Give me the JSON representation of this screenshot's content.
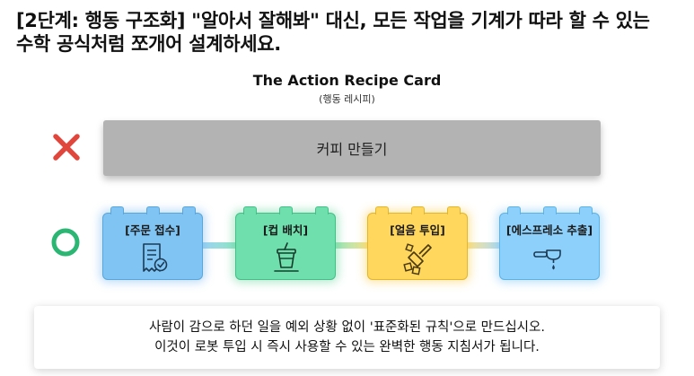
{
  "headline": {
    "line1": "[2단계: 행동 구조화] \"알아서 잘해봐\" 대신, 모든 작업을 기계가 따라 할 수 있는",
    "line2": "수학 공식처럼 쪼개어 설계하세요."
  },
  "card": {
    "title": "The Action Recipe Card",
    "subtitle": "(행동 레시피)"
  },
  "wrong": {
    "mark_icon": "x-mark-icon",
    "mark_color": "#e0463c",
    "label": "커피 만들기"
  },
  "right": {
    "mark_icon": "o-mark-icon",
    "mark_color": "#2bb673",
    "steps": [
      {
        "label": "[주문 접수]",
        "icon": "receipt-check-icon",
        "color": "#80c4f3"
      },
      {
        "label": "[컵 배치]",
        "icon": "coffee-cup-icon",
        "color": "#6fe0ad"
      },
      {
        "label": "[얼음 투입]",
        "icon": "ice-scoop-icon",
        "color": "#ffd75c"
      },
      {
        "label": "[에스프레소 추출]",
        "icon": "espresso-portafilter-icon",
        "color": "#8dd0fb"
      }
    ]
  },
  "note": {
    "line1": "사람이 감으로 하던 일을 예외 상황 없이 '표준화된 규칙'으로 만드십시오.",
    "line2": "이것이 로봇 투입 시 즉시 사용할 수 있는 완벽한 행동 지침서가 됩니다."
  }
}
